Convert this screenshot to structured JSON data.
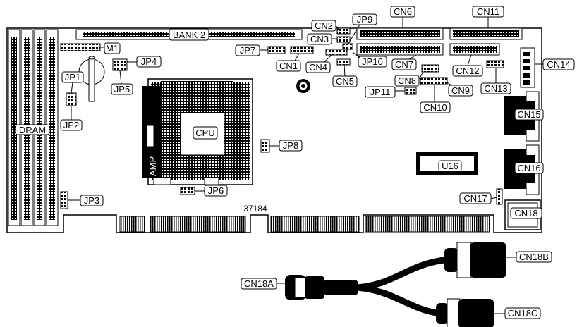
{
  "board": {
    "bank2": "BANK 2",
    "dram": "DRAM",
    "cpu": "CPU",
    "amp": "AMP",
    "u16": "U16",
    "part_number": "37184"
  },
  "labels": {
    "m1": "M1",
    "jp1": "JP1",
    "jp2": "JP2",
    "jp3": "JP3",
    "jp4": "JP4",
    "jp5": "JP5",
    "jp6": "JP6",
    "jp7": "JP7",
    "jp8": "JP8",
    "jp9": "JP9",
    "jp10": "JP10",
    "jp11": "JP11",
    "cn1": "CN1",
    "cn2": "CN2",
    "cn3": "CN3",
    "cn4": "CN4",
    "cn5": "CN5",
    "cn6": "CN6",
    "cn7": "CN7",
    "cn8": "CN8",
    "cn9": "CN9",
    "cn10": "CN10",
    "cn11": "CN11",
    "cn12": "CN12",
    "cn13": "CN13",
    "cn14": "CN14",
    "cn15": "CN15",
    "cn16": "CN16",
    "cn17": "CN17",
    "cn18": "CN18",
    "cn18a": "CN18A",
    "cn18b": "CN18B",
    "cn18c": "CN18C"
  }
}
